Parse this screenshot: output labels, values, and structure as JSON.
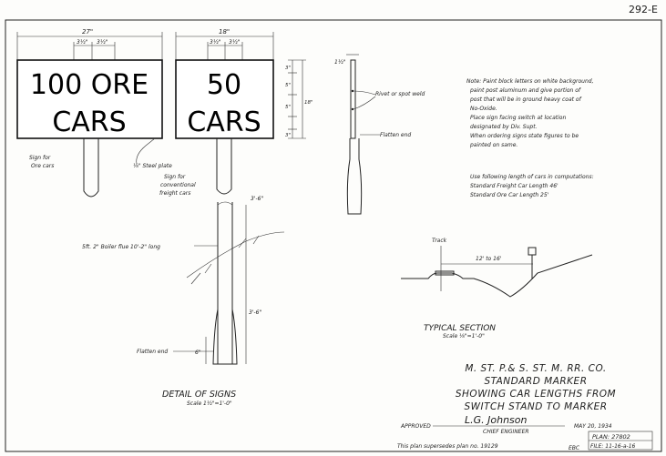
{
  "sheet_number": "292-E",
  "signs": {
    "ore": {
      "line1": "100 ORE",
      "line2": "CARS",
      "caption_1": "Sign for",
      "caption_2": "Ore cars",
      "width_dim": "27\"",
      "spacing_left": "3½\"",
      "spacing_right": "3½\""
    },
    "conventional": {
      "line1": "50",
      "line2": "CARS",
      "caption_1": "Sign for",
      "caption_2": "conventional",
      "caption_3": "freight cars",
      "width_dim": "18\"",
      "spacing_left": "3½\"",
      "spacing_right": "3½\""
    }
  },
  "vertical_dims": [
    "3\"",
    "5\"",
    "18\"",
    "5\"",
    "3\""
  ],
  "steel_plate_label": "⅛\" Steel plate",
  "post_label": "5ft. 2\" Boiler flue 10'-2\" long",
  "post_dims": {
    "upper": "3'-6\"",
    "lower": "3'-6\"",
    "base": "6\""
  },
  "flatten_end_left": "Flatten end",
  "side_view": {
    "top_dim": "1½\"",
    "rivet_label": "Rivet or spot weld",
    "flatten_label": "Flatten end"
  },
  "notes": [
    "Note: Paint block letters on white background,",
    "paint post aluminum and give portion of",
    "post that will be in ground heavy coat of",
    "No-Oxide.",
    "Place sign facing switch at location",
    "designated by Div. Supt.",
    "When ordering signs state figures to be",
    "painted on same."
  ],
  "computation_notes": [
    "Use following length of cars in computations:",
    "Standard Freight Car Length 46'",
    "Standard Ore Car Length 25'"
  ],
  "typical_section": {
    "track_label": "Track",
    "distance": "12' to 16'",
    "title": "TYPICAL SECTION",
    "scale": "Scale ⅛\"=1'-0\""
  },
  "detail_title": "DETAIL OF SIGNS",
  "detail_scale": "Scale 1½\"=1'-0\"",
  "title_block": {
    "line1": "M. ST. P.& S. ST. M. RR. CO.",
    "line2": "STANDARD MARKER",
    "line3": "SHOWING CAR LENGTHS FROM",
    "line4": "SWITCH STAND TO MARKER",
    "approved_label": "APPROVED",
    "signature": "L.G. Johnson",
    "engineer": "CHIEF ENGINEER",
    "date": "MAY 20, 1934",
    "plan": "PLAN: 27802",
    "file": "FILE: 11-16-a-16",
    "supersedes": "This plan supersedes plan no. 19129",
    "initials": "EBC"
  }
}
